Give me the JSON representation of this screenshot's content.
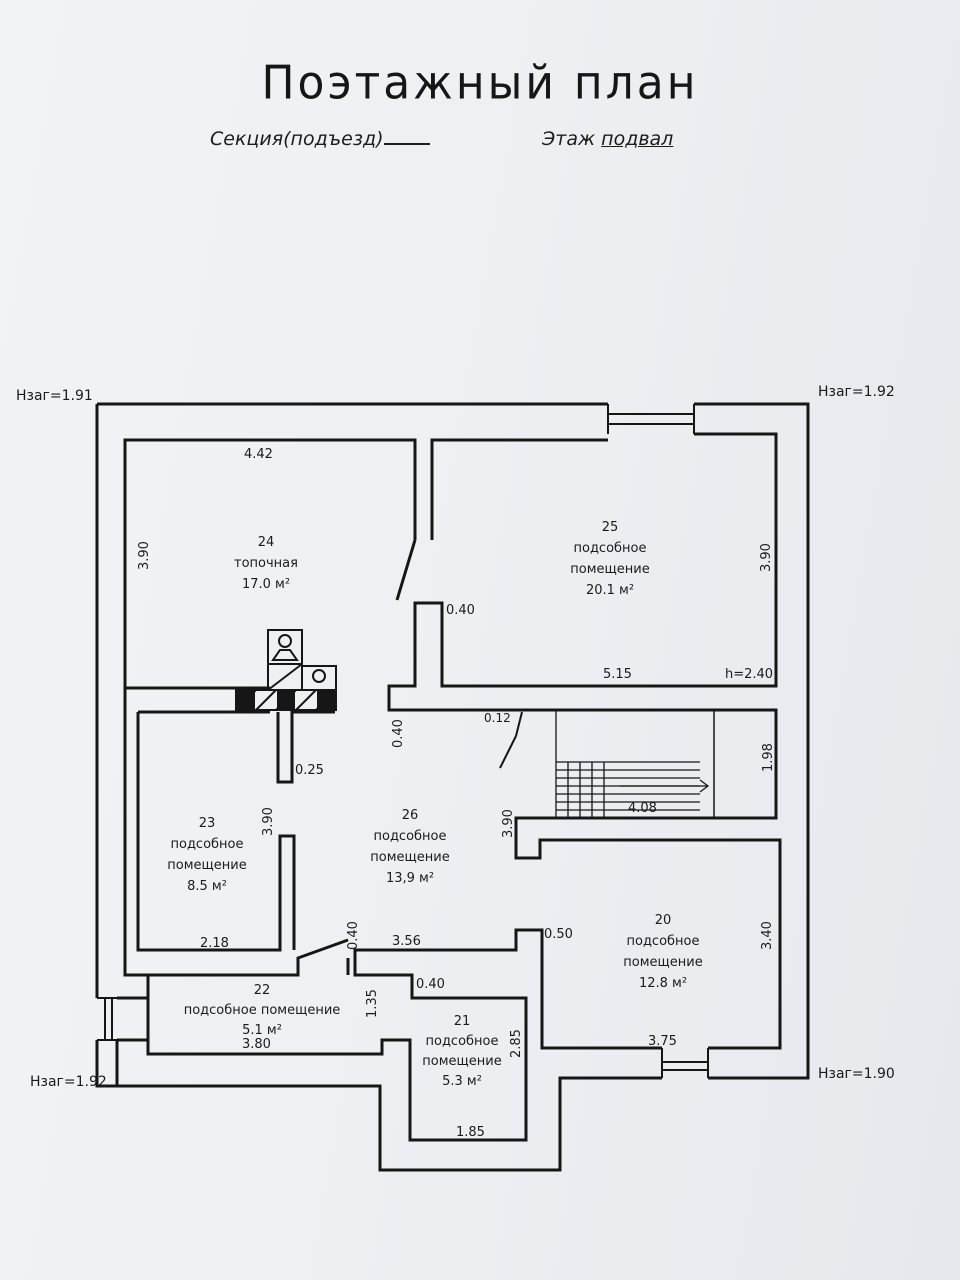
{
  "title": "Поэтажный план",
  "section_label": "Секция(подъезд)",
  "section_value": "",
  "floor_label": "Этаж",
  "floor_value": "подвал",
  "elevations": {
    "top_left": "Нзаг=1.91",
    "top_right": "Нзаг=1.92",
    "bottom_left": "Нзаг=1.92",
    "bottom_right": "Нзаг=1.90"
  },
  "rooms": {
    "r24": {
      "num": "24",
      "name": "топочная",
      "area": "17.0 м²"
    },
    "r25": {
      "num": "25",
      "name1": "подсобное",
      "name2": "помещение",
      "area": "20.1 м²"
    },
    "r23": {
      "num": "23",
      "name1": "подсобное",
      "name2": "помещение",
      "area": "8.5 м²"
    },
    "r26": {
      "num": "26",
      "name1": "подсобное",
      "name2": "помещение",
      "area": "13,9 м²"
    },
    "r20": {
      "num": "20",
      "name1": "подсобное",
      "name2": "помещение",
      "area": "12.8 м²"
    },
    "r22": {
      "num": "22",
      "name": "подсобное помещение",
      "area": "5.1 м²"
    },
    "r21": {
      "num": "21",
      "name1": "подсобное",
      "name2": "помещение",
      "area": "5.3 м²"
    }
  },
  "dimensions": {
    "d442": "4.42",
    "d390a": "3.90",
    "d390b": "3.90",
    "d040a": "0.40",
    "d515": "5.15",
    "h": "h=2.40",
    "d040b": "0.40",
    "d012": "0.12",
    "d198": "1.98",
    "d025": "0.25",
    "d390c": "3.90",
    "d390d": "3.90",
    "d408": "4.08",
    "d218": "2.18",
    "d040c": "0.40",
    "d356": "3.56",
    "d050": "0.50",
    "d340": "3.40",
    "d040d": "0.40",
    "d135": "1.35",
    "d285": "2.85",
    "d380": "3.80",
    "d375": "3.75",
    "d185": "1.85"
  }
}
